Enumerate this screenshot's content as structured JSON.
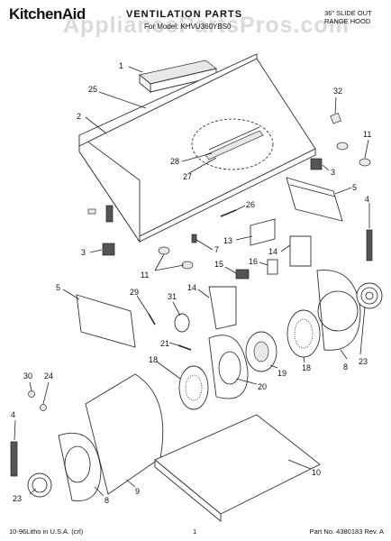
{
  "header": {
    "brand": "KitchenAid",
    "title": "VENTILATION PARTS",
    "subtitle": "For Model: KHVU360YBS0",
    "model_line1": "36\" SLIDE OUT",
    "model_line2": "RANGE HOOD",
    "watermark": "AppliancePartsPros.com"
  },
  "callouts": {
    "c1": "1",
    "c2": "2",
    "c3a": "3",
    "c3b": "3",
    "c4a": "4",
    "c4b": "4",
    "c5a": "5",
    "c5b": "5",
    "c7": "7",
    "c8a": "8",
    "c8b": "8",
    "c9": "9",
    "c10": "10",
    "c11a": "11",
    "c11b": "11",
    "c13": "13",
    "c14a": "14",
    "c14b": "14",
    "c15": "15",
    "c16": "16",
    "c18a": "18",
    "c18b": "18",
    "c19": "19",
    "c20": "20",
    "c21": "21",
    "c23a": "23",
    "c23b": "23",
    "c24": "24",
    "c25": "25",
    "c26": "26",
    "c27": "27",
    "c28": "28",
    "c29": "29",
    "c30": "30",
    "c31": "31",
    "c32": "32"
  },
  "footer": {
    "left": "10-96Litho in U.S.A. (crl)",
    "page": "1",
    "part": "Part No. 4380183 Rev. A"
  }
}
